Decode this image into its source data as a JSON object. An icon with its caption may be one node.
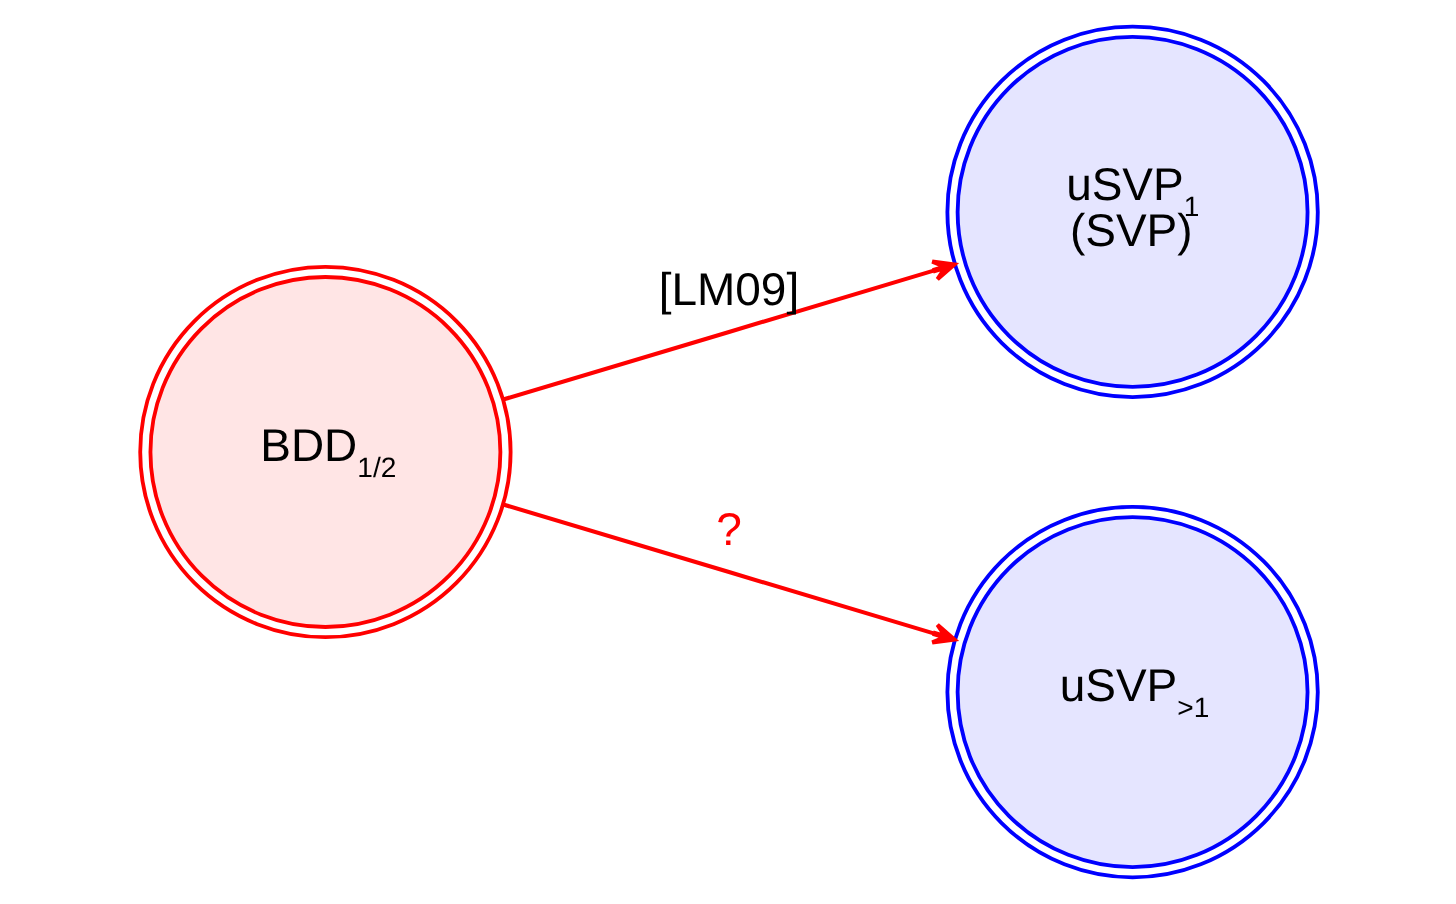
{
  "diagram": {
    "nodes": [
      {
        "text": [
          "BDD$_{1/2}$"
        ]
      },
      {
        "text": [
          "uSVP$_{1}$",
          "(SVP)"
        ]
      },
      {
        "text": [
          "uSVP$_{>1}$"
        ]
      }
    ],
    "edges": [
      {
        "from": 0,
        "to": 1,
        "arrow": "to",
        "label": "[LM09]"
      },
      {
        "from": 0,
        "to": 2,
        "arrow": "to",
        "label": "?"
      }
    ]
  }
}
